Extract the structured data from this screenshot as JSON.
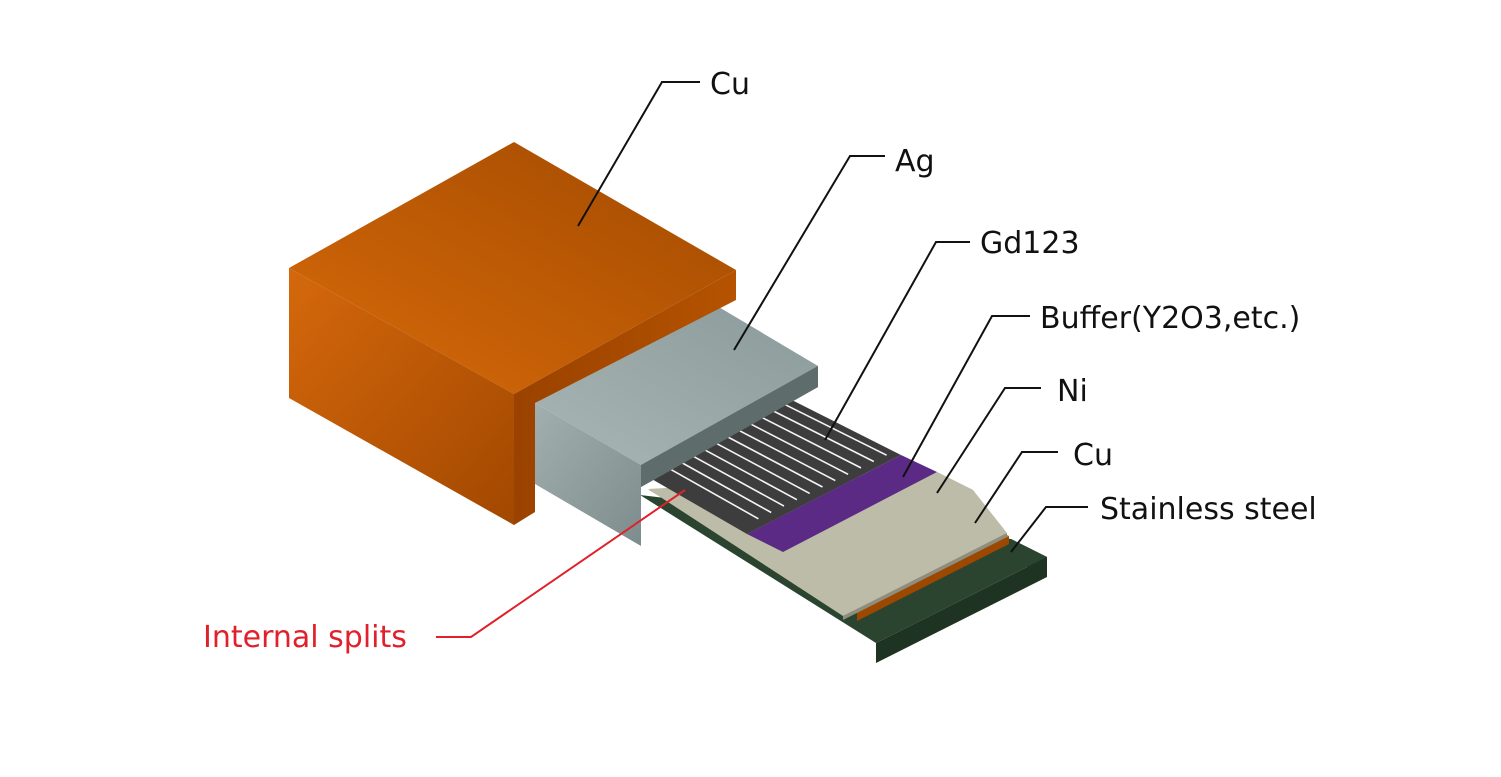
{
  "labels": {
    "cu_outer": "Cu",
    "ag": "Ag",
    "gd123": "Gd123",
    "buffer": "Buffer(Y2O3,etc.)",
    "ni": "Ni",
    "cu_inner": "Cu",
    "stainless": "Stainless steel",
    "internal_splits": "Internal splits"
  },
  "colors": {
    "copper": "#c8620a",
    "silver": "#98a6a6",
    "gd123": "#3c3c3c",
    "buffer": "#5b2a84",
    "nickel": "#b8b8a4",
    "steel": "#23382a",
    "callout_red": "#e0202a",
    "text": "#111111"
  },
  "internal_split_count": 11
}
